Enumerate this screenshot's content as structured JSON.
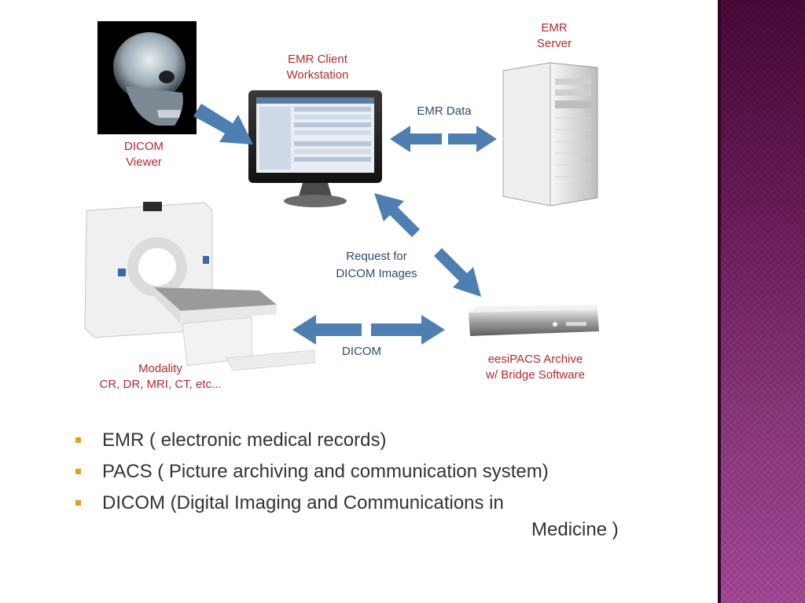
{
  "diagram": {
    "nodes": {
      "dicom_viewer": {
        "label": [
          "DICOM",
          "Viewer"
        ]
      },
      "emr_client": {
        "label": [
          "EMR Client",
          "Workstation"
        ]
      },
      "emr_server": {
        "label": [
          "EMR",
          "Server"
        ]
      },
      "modality": {
        "label": [
          "Modality",
          "CR, DR, MRI, CT, etc..."
        ]
      },
      "pacs_archive": {
        "label": [
          "eesiPACS Archive",
          "w/ Bridge Software"
        ]
      }
    },
    "flows": {
      "emr_data": "EMR Data",
      "request": [
        "Request for",
        "DICOM Images"
      ],
      "dicom": "DICOM"
    },
    "colors": {
      "label_red": "#b4282e",
      "arrow_blue": "#4d7fb3",
      "flow_text": "#2f4a6b",
      "bullet_mark": "#e2a021"
    }
  },
  "bullets": [
    {
      "text": "EMR ( electronic medical records)"
    },
    {
      "text": "PACS ( Picture archiving and communication system)"
    },
    {
      "text": "DICOM (Digital Imaging and Communications in",
      "continuation": "Medicine )"
    }
  ]
}
